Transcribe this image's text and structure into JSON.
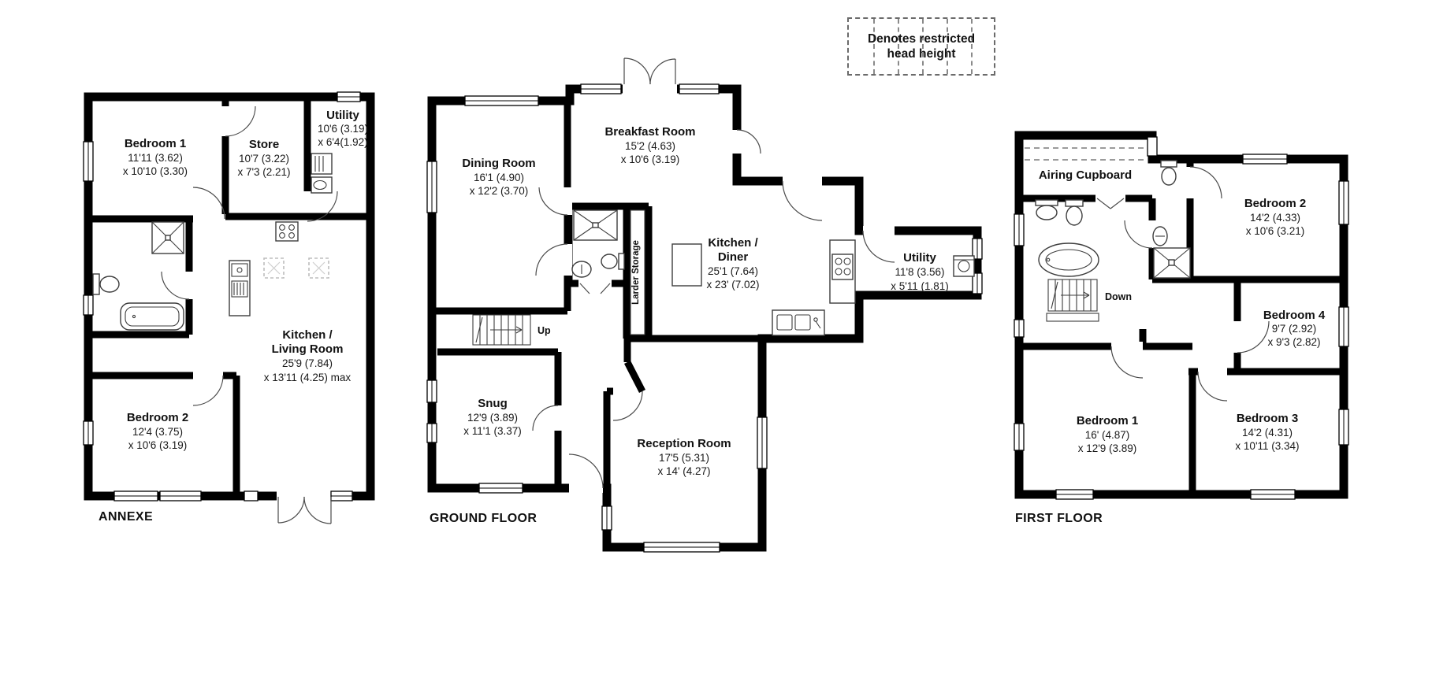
{
  "legend": {
    "line1": "Denotes restricted",
    "line2": "head height"
  },
  "annexe": {
    "label": "ANNEXE",
    "bedroom1": {
      "name": "Bedroom 1",
      "dim1": "11'11 (3.62)",
      "dim2": "x 10'10 (3.30)"
    },
    "store": {
      "name": "Store",
      "dim1": "10'7 (3.22)",
      "dim2": "x 7'3 (2.21)"
    },
    "utility": {
      "name": "Utility",
      "dim1": "10'6 (3.19)",
      "dim2": "x 6'4(1.92)"
    },
    "kitchen_living": {
      "name1": "Kitchen /",
      "name2": "Living Room",
      "dim1": "25'9 (7.84)",
      "dim2": "x 13'11 (4.25) max"
    },
    "bedroom2": {
      "name": "Bedroom 2",
      "dim1": "12'4 (3.75)",
      "dim2": "x 10'6 (3.19)"
    }
  },
  "ground": {
    "label": "GROUND FLOOR",
    "dining": {
      "name": "Dining Room",
      "dim1": "16'1 (4.90)",
      "dim2": "x 12'2 (3.70)"
    },
    "breakfast": {
      "name": "Breakfast Room",
      "dim1": "15'2 (4.63)",
      "dim2": "x 10'6 (3.19)"
    },
    "kitchen_diner": {
      "name1": "Kitchen /",
      "name2": "Diner",
      "dim1": "25'1 (7.64)",
      "dim2": "x 23' (7.02)"
    },
    "utility": {
      "name": "Utility",
      "dim1": "11'8 (3.56)",
      "dim2": "x 5'11 (1.81)"
    },
    "snug": {
      "name": "Snug",
      "dim1": "12'9 (3.89)",
      "dim2": "x 11'1 (3.37)"
    },
    "reception": {
      "name": "Reception Room",
      "dim1": "17'5 (5.31)",
      "dim2": "x 14' (4.27)"
    },
    "larder": "Larder Storage",
    "stairs_up": "Up"
  },
  "first": {
    "label": "FIRST FLOOR",
    "airing": "Airing Cupboard",
    "bedroom2": {
      "name": "Bedroom 2",
      "dim1": "14'2 (4.33)",
      "dim2": "x 10'6 (3.21)"
    },
    "bedroom4": {
      "name": "Bedroom 4",
      "dim1": "9'7 (2.92)",
      "dim2": "x 9'3 (2.82)"
    },
    "bedroom1": {
      "name": "Bedroom 1",
      "dim1": "16' (4.87)",
      "dim2": "x 12'9 (3.89)"
    },
    "bedroom3": {
      "name": "Bedroom 3",
      "dim1": "14'2 (4.31)",
      "dim2": "x 10'11 (3.34)"
    },
    "stairs_down": "Down"
  }
}
